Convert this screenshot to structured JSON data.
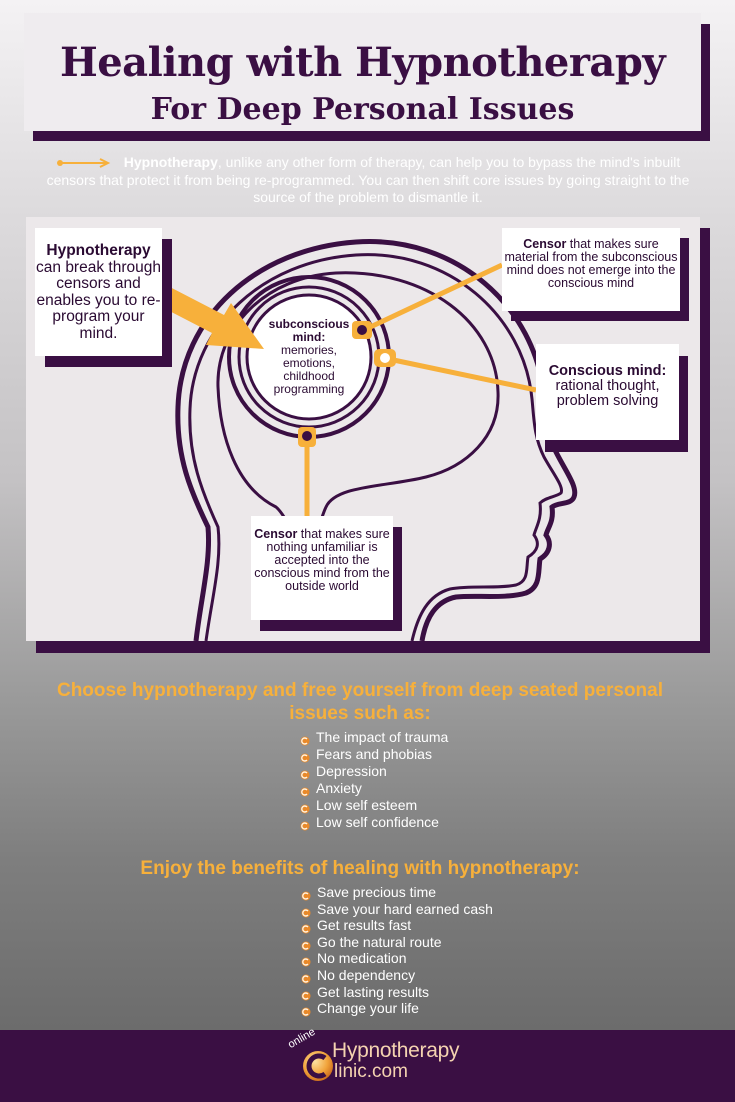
{
  "title": {
    "line1": "Healing with Hypnotherapy",
    "line2": "For Deep Personal Issues"
  },
  "intro": {
    "bold": "Hypnotherapy",
    "text": ", unlike any other form of therapy, can help you to bypass the mind's inbuilt censors that protect it from being re-programmed. You can then shift core issues by going straight to the source of the problem to dismantle it."
  },
  "diagram": {
    "left_callout": {
      "bold": "Hypnotherapy",
      "text": "can break through censors and enables you to re-program your mind."
    },
    "inner": {
      "bold": "subconscious mind:",
      "text": "memories, emotions, childhood programming"
    },
    "censor_top": {
      "bold": "Censor",
      "text": " that makes sure material from the subconscious mind does not emerge into the conscious mind"
    },
    "conscious": {
      "bold": "Conscious mind:",
      "text": "rational thought, problem solving"
    },
    "censor_bottom": {
      "bold": "Censor",
      "text": " that makes sure nothing unfamiliar is accepted into the conscious mind from the outside world"
    }
  },
  "issues": {
    "heading": "Choose hypnotherapy and free yourself from deep seated personal issues such as:",
    "items": [
      "The impact of trauma",
      "Fears and phobias",
      "Depression",
      "Anxiety",
      "Low self esteem",
      "Low self confidence"
    ]
  },
  "benefits": {
    "heading": "Enjoy the benefits of healing with hypnotherapy:",
    "items": [
      "Save precious time",
      "Save your hard earned cash",
      "Get results fast",
      "Go the natural route",
      "No medication",
      "No dependency",
      "Get lasting results",
      "Change your life"
    ]
  },
  "footer": {
    "logo_online": "online",
    "logo_hypnotherapy": "Hypnotherapy",
    "logo_clinic": "linic.com"
  },
  "colors": {
    "purple": "#3a0f43",
    "orange": "#f7b03b",
    "panel": "#ece8ea"
  }
}
